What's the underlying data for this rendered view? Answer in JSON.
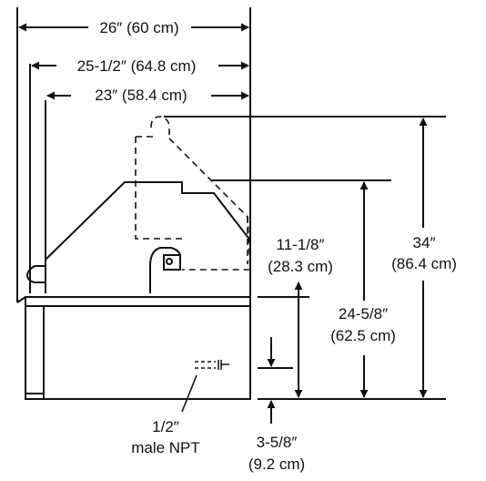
{
  "dimensions": {
    "width_26": "26″ (60 cm)",
    "width_25_5": "25-1/2″ (64.8 cm)",
    "width_23": "23″ (58.4 cm)",
    "height_34_in": "34″",
    "height_34_cm": "(86.4 cm)",
    "height_24_in": "24-5/8″",
    "height_24_cm": "(62.5 cm)",
    "height_11_in": "11-1/8″",
    "height_11_cm": "(28.3 cm)",
    "height_3_in": "3-5/8″",
    "height_3_cm": "(9.2 cm)"
  },
  "gas_connection": {
    "size": "1/2″",
    "type": "male NPT"
  },
  "colors": {
    "line": "#111111",
    "background": "#ffffff"
  }
}
